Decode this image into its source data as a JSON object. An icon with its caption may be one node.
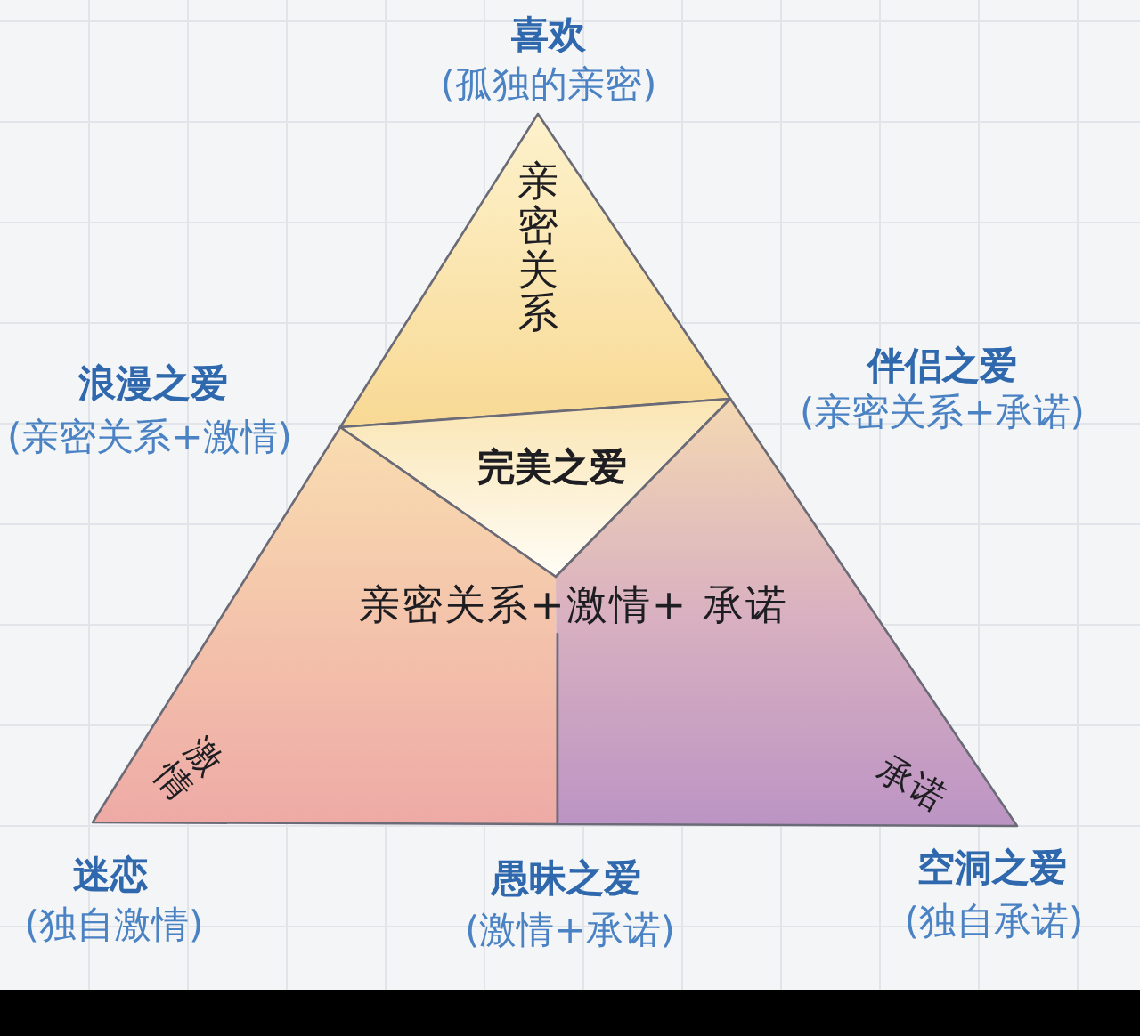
{
  "diagram": {
    "nodes": [
      {
        "text": [
          "亲密关系"
        ]
      },
      {
        "text": [
          "完美之爱"
        ],
        "beside": [
          "亲密关系+激情+ 承诺"
        ]
      },
      {
        "text": [
          "激情"
        ]
      },
      {
        "text": [
          "承诺"
        ]
      }
    ],
    "labels": [
      "喜欢",
      "(孤独的亲密)",
      "浪漫之爱",
      "(亲密关系+激情)",
      "伴侣之爱",
      "(亲密关系+承诺)",
      "迷恋",
      "(独自激情)",
      "愚昧之爱",
      "(激情+承诺)",
      "空洞之爱",
      "(独自承诺)"
    ]
  }
}
